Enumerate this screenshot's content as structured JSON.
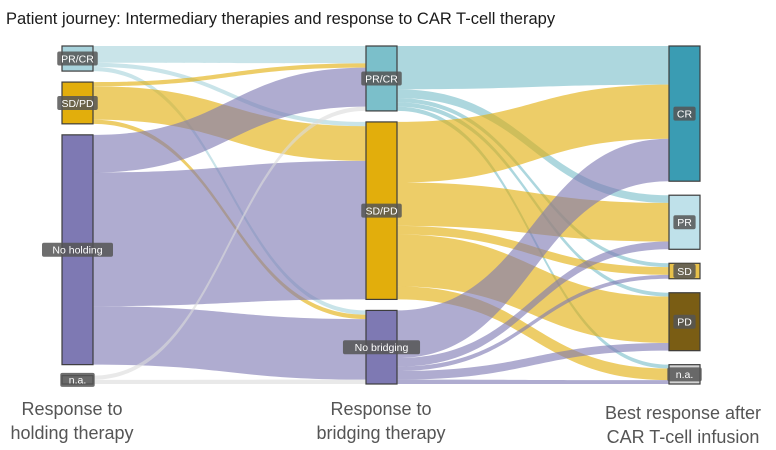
{
  "title": "Patient journey: Intermediary therapies and response to CAR T-cell therapy",
  "columns": [
    [
      "Response to",
      "holding therapy"
    ],
    [
      "Response to",
      "bridging therapy"
    ],
    [
      "Best response after",
      "CAR T-cell infusion"
    ]
  ],
  "stages": [
    [
      {
        "id": "h_prcr",
        "label": "PR/CR",
        "color": "#a8d3dc"
      },
      {
        "id": "h_sdpd",
        "label": "SD/PD",
        "color": "#e2ae0c"
      },
      {
        "id": "h_none",
        "label": "No holding",
        "color": "#7e79b3"
      },
      {
        "id": "h_na",
        "label": "n.a.",
        "color": "#dcdcdc"
      }
    ],
    [
      {
        "id": "b_prcr",
        "label": "PR/CR",
        "color": "#7bbfca"
      },
      {
        "id": "b_sdpd",
        "label": "SD/PD",
        "color": "#e2ae0c"
      },
      {
        "id": "b_none",
        "label": "No bridging",
        "color": "#7e79b3"
      }
    ],
    [
      {
        "id": "r_cr",
        "label": "CR",
        "color": "#3a9cb3"
      },
      {
        "id": "r_pr",
        "label": "PR",
        "color": "#bfe1ea"
      },
      {
        "id": "r_sd",
        "label": "SD",
        "color": "#e8c14a"
      },
      {
        "id": "r_pd",
        "label": "PD",
        "color": "#7a5d14"
      },
      {
        "id": "r_na",
        "label": "n.a.",
        "color": "#d3d3d3"
      }
    ]
  ],
  "flows": [
    {
      "source": "h_prcr",
      "target": "b_prcr",
      "value": 4
    },
    {
      "source": "h_prcr",
      "target": "b_sdpd",
      "value": 1
    },
    {
      "source": "h_prcr",
      "target": "b_none",
      "value": 1
    },
    {
      "source": "h_sdpd",
      "target": "b_prcr",
      "value": 1
    },
    {
      "source": "h_sdpd",
      "target": "b_sdpd",
      "value": 8
    },
    {
      "source": "h_sdpd",
      "target": "b_none",
      "value": 1
    },
    {
      "source": "h_none",
      "target": "b_prcr",
      "value": 9
    },
    {
      "source": "h_none",
      "target": "b_sdpd",
      "value": 32
    },
    {
      "source": "h_none",
      "target": "b_none",
      "value": 14
    },
    {
      "source": "h_na",
      "target": "b_prcr",
      "value": 1
    },
    {
      "source": "h_na",
      "target": "b_none",
      "value": 1
    },
    {
      "source": "b_prcr",
      "target": "r_cr",
      "value": 10
    },
    {
      "source": "b_prcr",
      "target": "r_pr",
      "value": 2
    },
    {
      "source": "b_prcr",
      "target": "r_sd",
      "value": 1
    },
    {
      "source": "b_prcr",
      "target": "r_pd",
      "value": 1
    },
    {
      "source": "b_prcr",
      "target": "r_na",
      "value": 1
    },
    {
      "source": "b_sdpd",
      "target": "r_cr",
      "value": 14
    },
    {
      "source": "b_sdpd",
      "target": "r_pr",
      "value": 10
    },
    {
      "source": "b_sdpd",
      "target": "r_sd",
      "value": 2
    },
    {
      "source": "b_sdpd",
      "target": "r_pd",
      "value": 12
    },
    {
      "source": "b_sdpd",
      "target": "r_na",
      "value": 3
    },
    {
      "source": "b_none",
      "target": "r_cr",
      "value": 11
    },
    {
      "source": "b_none",
      "target": "r_pr",
      "value": 2
    },
    {
      "source": "b_none",
      "target": "r_sd",
      "value": 1
    },
    {
      "source": "b_none",
      "target": "r_pd",
      "value": 2
    },
    {
      "source": "b_none",
      "target": "r_na",
      "value": 1
    }
  ]
}
